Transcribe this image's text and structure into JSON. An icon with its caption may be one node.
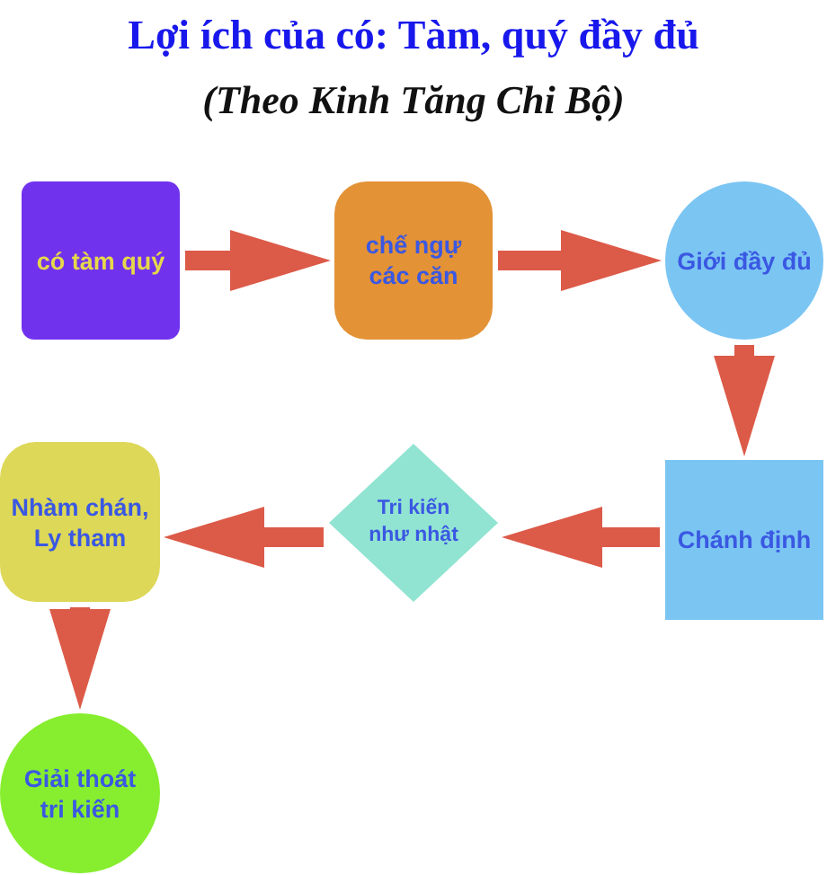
{
  "diagram": {
    "title": "Lợi ích của có: Tàm, quý đầy đủ",
    "nodes": [
      {
        "text": [
          "có tàm quý"
        ]
      },
      {
        "text": [
          "chế ngự các căn"
        ]
      },
      {
        "text": [
          "Giới đầy đủ"
        ]
      },
      {
        "text": [
          "Chánh định"
        ]
      },
      {
        "text": [
          "Tri kiến như nhật"
        ]
      },
      {
        "text": [
          "Nhàm chán, Ly tham"
        ]
      },
      {
        "text": [
          "Giải thoát tri kiến"
        ]
      }
    ],
    "edges": [
      {
        "from": 0,
        "to": 1,
        "arrow": "to"
      },
      {
        "from": 1,
        "to": 2,
        "arrow": "to"
      },
      {
        "from": 2,
        "to": 3,
        "arrow": "to"
      },
      {
        "from": 3,
        "to": 4,
        "arrow": "to"
      },
      {
        "from": 4,
        "to": 5,
        "arrow": "to"
      },
      {
        "from": 5,
        "to": 6,
        "arrow": "to"
      }
    ],
    "labels": [
      "(Theo Kinh Tăng Chi Bộ)"
    ]
  }
}
